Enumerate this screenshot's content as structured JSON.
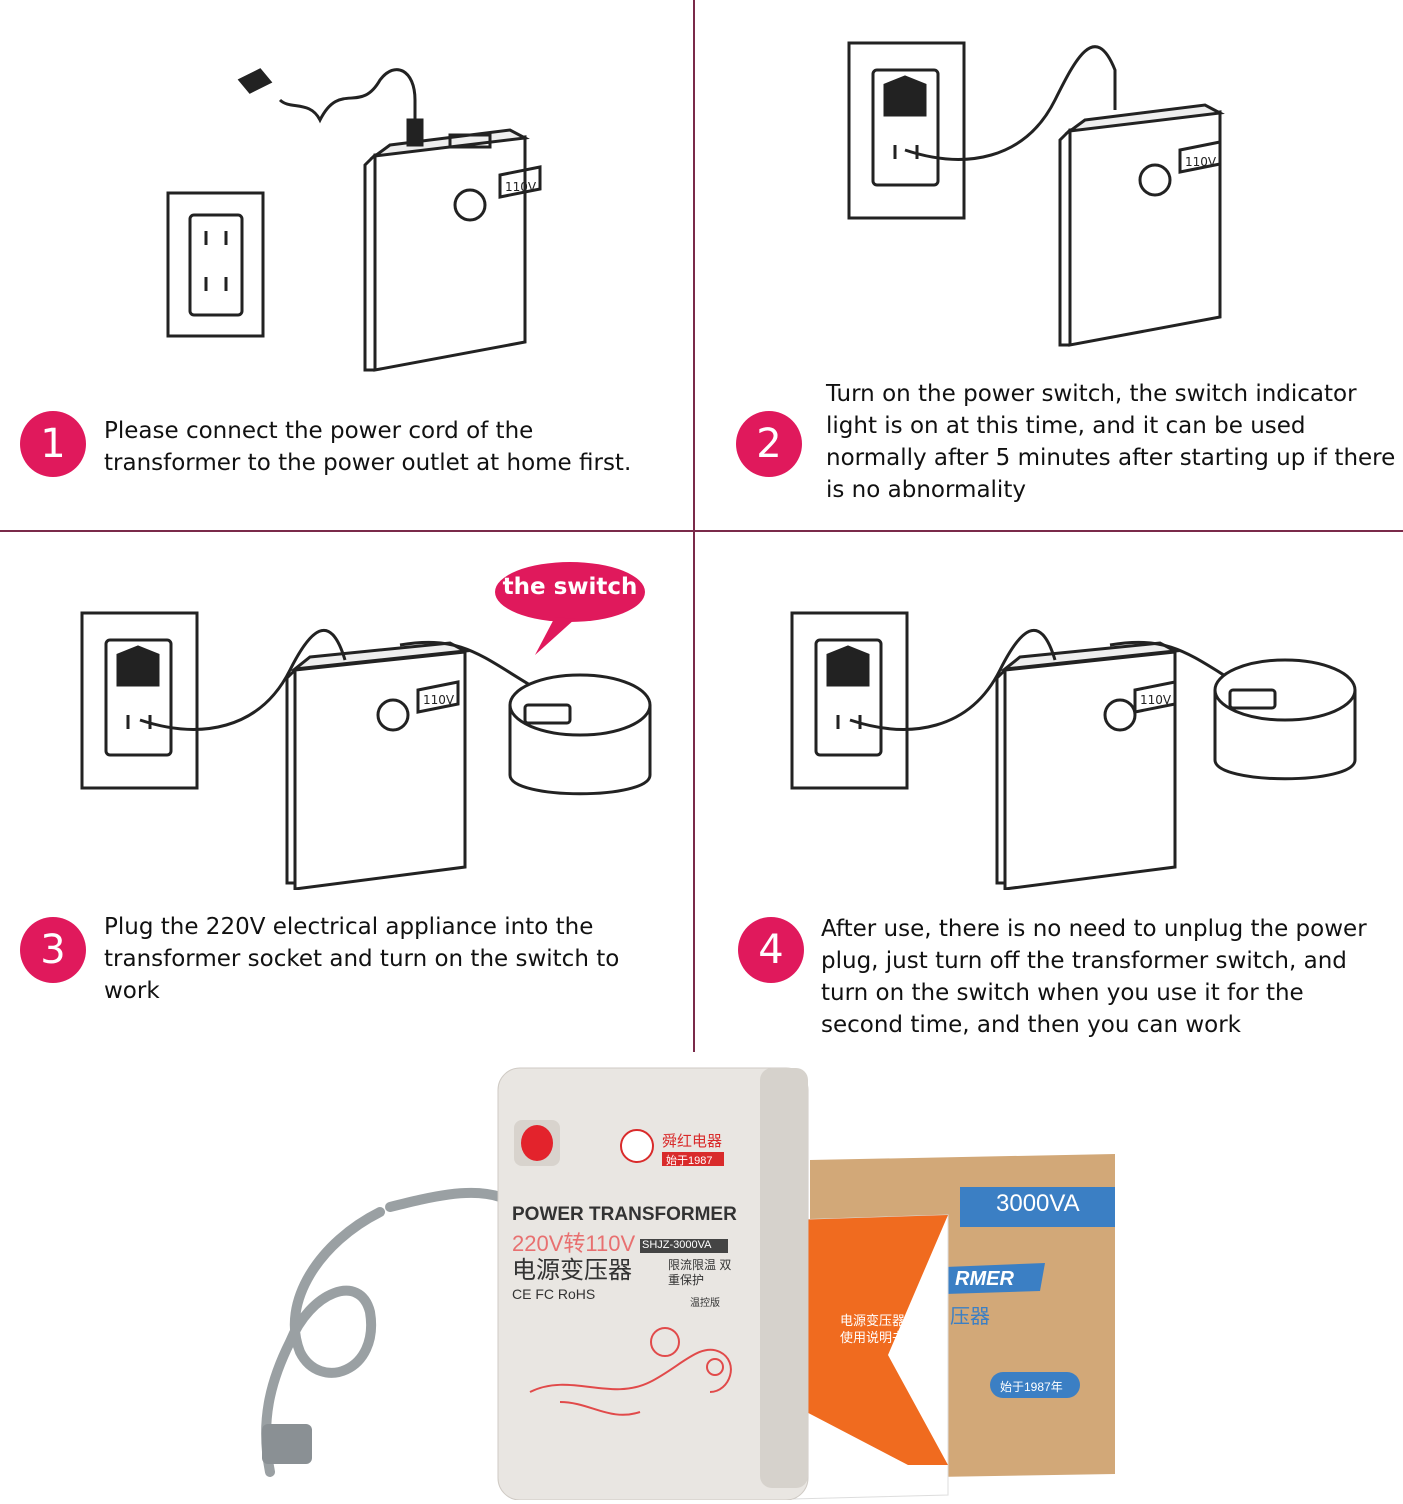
{
  "steps": [
    {
      "number": "1",
      "text": "Please connect the power cord of the transformer to the power outlet at home first."
    },
    {
      "number": "2",
      "text": "Turn on the power switch, the switch indicator light is on at this time, and it can be used normally after 5 minutes after starting up if there is no abnormality"
    },
    {
      "number": "3",
      "text": "Plug the 220V electrical appliance into the transformer socket and turn on the switch to work"
    },
    {
      "number": "4",
      "text": "After use, there is no need to unplug the power plug, just turn off the transformer switch, and turn on the switch when you use it for the second time, and then you can work"
    }
  ],
  "callout": {
    "switch_label": "the switch"
  },
  "transformer_label": "110V",
  "product": {
    "brand_cn": "舜红电器",
    "since": "始于1987",
    "title": "POWER TRANSFORMER",
    "voltage": "220V转110V",
    "model": "SHJZ-3000VA",
    "name_cn": "电源变压器",
    "protection": "限流限温 双重保护",
    "edition": "温控版",
    "certs": "CE FC RoHS",
    "box_rating": "3000VA",
    "box_text": "RMER",
    "box_cn": "压器",
    "box_since": "始于1987年",
    "manual_title": "电源变压器 使用说明书"
  },
  "colors": {
    "accent": "#e0195c",
    "divider": "#7a2a4a"
  }
}
